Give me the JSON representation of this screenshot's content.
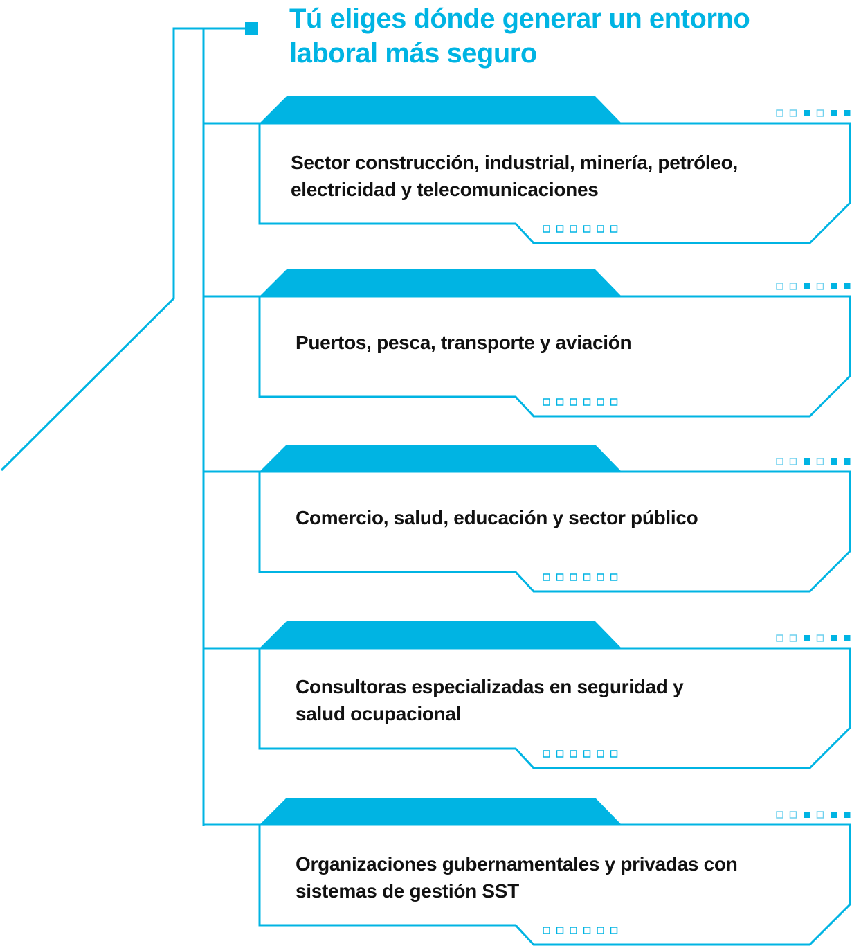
{
  "title": {
    "line1": "Tú eliges dónde generar un entorno",
    "line2": "laboral más seguro"
  },
  "accent_color": "#00b4e3",
  "cards": [
    {
      "lines": [
        "Sector construcción, industrial, minería, petróleo,",
        "electricidad y telecomunicaciones"
      ]
    },
    {
      "lines": [
        "Puertos, pesca, transporte y aviación"
      ]
    },
    {
      "lines": [
        "Comercio, salud, educación y sector público"
      ]
    },
    {
      "lines": [
        "Consultoras especializadas en seguridad y",
        "salud ocupacional"
      ]
    },
    {
      "lines": [
        "Organizaciones gubernamentales y privadas con",
        "sistemas de gestión SST"
      ]
    }
  ]
}
